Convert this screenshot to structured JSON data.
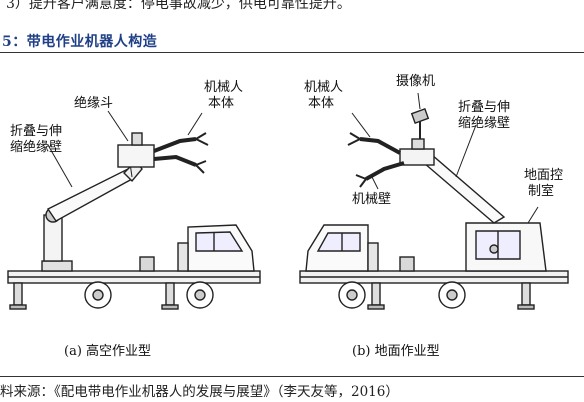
{
  "document": {
    "top_line": "3）提升客户满意度：停电事故减少，供电可靠性提升。",
    "figure_title": "5：带电作业机器人构造",
    "source": "料来源：《配电带电作业机器人的发展与展望》（李天友等，2016）"
  },
  "figure": {
    "left_panel": {
      "labels": {
        "insulated_bucket": "绝缘斗",
        "robot_body_line1": "机械人",
        "robot_body_line2": "本体",
        "boom_line1": "折叠与伸",
        "boom_line2": "缩绝缘壁"
      },
      "caption": "(a)  高空作业型"
    },
    "right_panel": {
      "labels": {
        "robot_body_line1": "机械人",
        "robot_body_line2": "本体",
        "camera": "摄像机",
        "boom_line1": "折叠与伸",
        "boom_line2": "缩绝缘壁",
        "mech_arm": "机械壁",
        "ground_room_line1": "地面控",
        "ground_room_line2": "制室"
      },
      "caption": "(b)  地面作业型"
    }
  }
}
